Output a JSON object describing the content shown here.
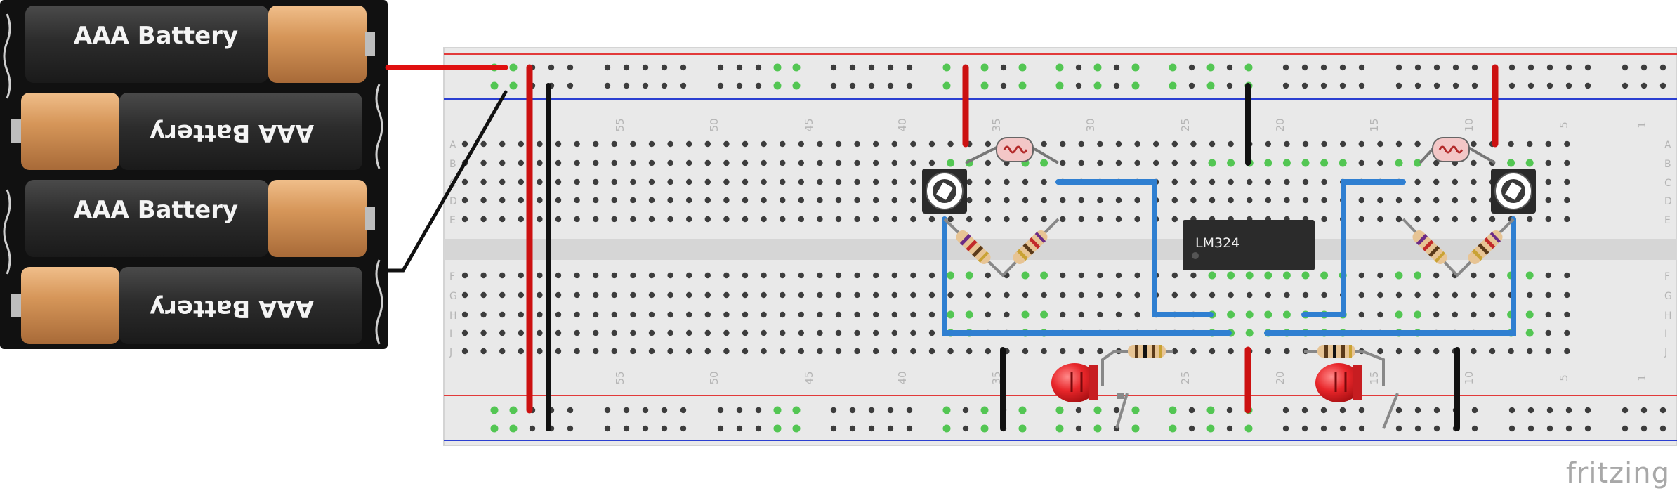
{
  "battery_pack": {
    "cell_label": "AAA Battery",
    "cell_count": 4
  },
  "breadboard": {
    "row_labels": [
      "A",
      "B",
      "C",
      "D",
      "E",
      "F",
      "G",
      "H",
      "I",
      "J"
    ],
    "column_numbers": [
      "55",
      "50",
      "45",
      "40",
      "35",
      "30",
      "25",
      "20",
      "15",
      "10",
      "5",
      "1"
    ]
  },
  "ic": {
    "label": "LM324"
  },
  "watermark": {
    "text": "fritzing"
  },
  "colors": {
    "wire_red": "#cc1111",
    "wire_black": "#111111",
    "wire_blue": "#2f7fd1",
    "board": "#e8e8e8",
    "led_red": "#e8262a",
    "battery_copper": "#d69659"
  }
}
